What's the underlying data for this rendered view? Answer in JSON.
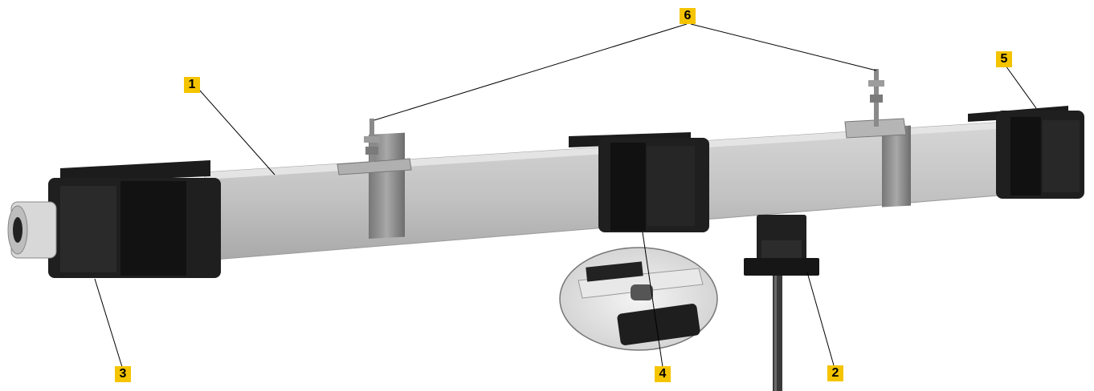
{
  "callouts": [
    {
      "id": "1",
      "label": "1"
    },
    {
      "id": "2",
      "label": "2"
    },
    {
      "id": "3",
      "label": "3"
    },
    {
      "id": "4",
      "label": "4"
    },
    {
      "id": "5",
      "label": "5"
    },
    {
      "id": "6",
      "label": "6"
    }
  ],
  "colors": {
    "callout_fill": "#f5c400",
    "rail": "#c9c9c9",
    "end_cap": "#1a1a1a",
    "clamp_band": "#8e8e8e",
    "leader_line": "#000000"
  }
}
